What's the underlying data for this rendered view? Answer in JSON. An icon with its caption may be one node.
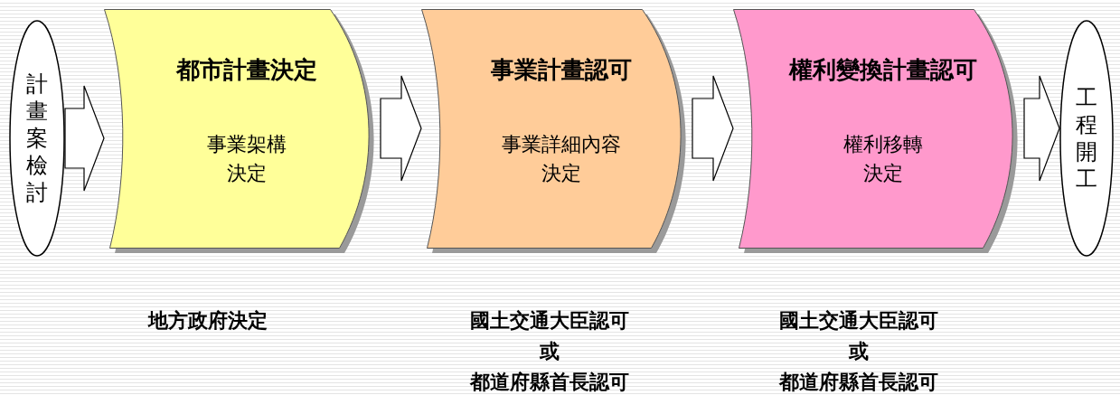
{
  "diagram": {
    "nodes": [
      {
        "text": [
          "計畫案檢討"
        ]
      },
      {
        "text": [
          "都市計畫決定",
          "事業架構決定"
        ],
        "beside": [
          "地方政府決定"
        ]
      },
      {
        "text": [
          "事業計畫認可",
          "事業詳細內容決定"
        ],
        "beside": [
          "國土交通大臣認可",
          "或",
          "都道府縣首長認可"
        ]
      },
      {
        "text": [
          "權利變換計畫認可",
          "權利移轉決定"
        ],
        "beside": [
          "國土交通大臣認可",
          "或",
          "都道府縣首長認可"
        ]
      },
      {
        "text": [
          "工程開工"
        ]
      }
    ],
    "edges": [
      {
        "from": 0,
        "to": 1,
        "arrow": "to"
      },
      {
        "from": 1,
        "to": 2,
        "arrow": "to"
      },
      {
        "from": 2,
        "to": 3,
        "arrow": "to"
      },
      {
        "from": 3,
        "to": 4,
        "arrow": "to"
      }
    ]
  }
}
